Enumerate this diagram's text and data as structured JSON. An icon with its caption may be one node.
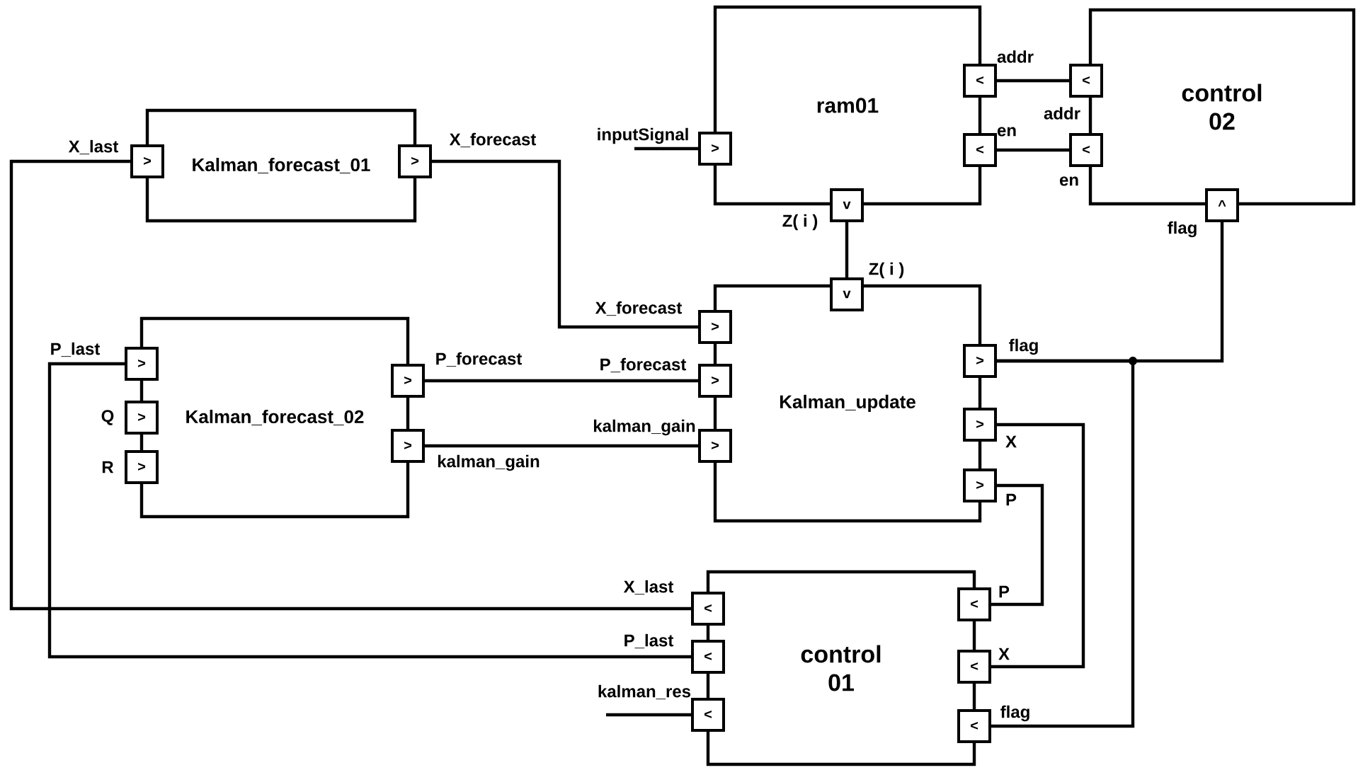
{
  "diagram": {
    "nodes": [
      {
        "text": [
          "ram01"
        ]
      },
      {
        "text": [
          "control 02"
        ]
      },
      {
        "text": [
          "Kalman_forecast_01"
        ]
      },
      {
        "text": [
          "Kalman_forecast_02"
        ]
      },
      {
        "text": [
          "Kalman_update"
        ]
      },
      {
        "text": [
          "control 01"
        ]
      },
      {
        "text": [
          ">"
        ],
        "beside": [
          "inputSignal"
        ]
      },
      {
        "text": [
          "<"
        ],
        "beside": [
          "addr"
        ]
      },
      {
        "text": [
          "<"
        ],
        "beside": [
          "en"
        ]
      },
      {
        "text": [
          "v"
        ],
        "beside": [
          "Z( i )"
        ]
      },
      {
        "text": [
          "<"
        ],
        "beside": [
          "addr"
        ]
      },
      {
        "text": [
          "<"
        ],
        "beside": [
          "en"
        ]
      },
      {
        "text": [
          "^"
        ],
        "beside": [
          "flag"
        ]
      },
      {
        "text": [
          ">"
        ],
        "beside": [
          "X_last"
        ]
      },
      {
        "text": [
          ">"
        ],
        "beside": [
          "X_forecast"
        ]
      },
      {
        "text": [
          ">"
        ],
        "beside": [
          "P_last"
        ]
      },
      {
        "text": [
          ">"
        ],
        "beside": [
          "Q"
        ]
      },
      {
        "text": [
          ">"
        ],
        "beside": [
          "R"
        ]
      },
      {
        "text": [
          ">"
        ],
        "beside": [
          "P_forecast"
        ]
      },
      {
        "text": [
          ">"
        ],
        "beside": [
          "kalman_gain"
        ]
      },
      {
        "text": [
          "v"
        ],
        "beside": [
          "Z( i )"
        ]
      },
      {
        "text": [
          ">"
        ],
        "beside": [
          "X_forecast"
        ]
      },
      {
        "text": [
          ">"
        ],
        "beside": [
          "P_forecast"
        ]
      },
      {
        "text": [
          ">"
        ],
        "beside": [
          "kalman_gain"
        ]
      },
      {
        "text": [
          ">"
        ],
        "beside": [
          "flag"
        ]
      },
      {
        "text": [
          ">"
        ],
        "beside": [
          "X"
        ]
      },
      {
        "text": [
          ">"
        ],
        "beside": [
          "P"
        ]
      },
      {
        "text": [
          "<"
        ],
        "beside": [
          "X_last"
        ]
      },
      {
        "text": [
          "<"
        ],
        "beside": [
          "P_last"
        ]
      },
      {
        "text": [
          "<"
        ],
        "beside": [
          "kalman_res"
        ]
      },
      {
        "text": [
          "<"
        ],
        "beside": [
          "P"
        ]
      },
      {
        "text": [
          "<"
        ],
        "beside": [
          "X"
        ]
      },
      {
        "text": [
          "<"
        ],
        "beside": [
          "flag"
        ]
      }
    ],
    "edges": [
      {
        "from": null,
        "to": 6,
        "arrow": "none"
      },
      {
        "from": 10,
        "to": 7,
        "arrow": "none"
      },
      {
        "from": 11,
        "to": 8,
        "arrow": "none"
      },
      {
        "from": 9,
        "to": 20,
        "arrow": "none"
      },
      {
        "from": 14,
        "to": 21,
        "arrow": "none"
      },
      {
        "from": 18,
        "to": 22,
        "arrow": "none"
      },
      {
        "from": 19,
        "to": 23,
        "arrow": "none"
      },
      {
        "from": 24,
        "to": 12,
        "arrow": "none"
      },
      {
        "from": 24,
        "to": 32,
        "arrow": "none"
      },
      {
        "from": 25,
        "to": 31,
        "arrow": "none"
      },
      {
        "from": 26,
        "to": 30,
        "arrow": "none"
      },
      {
        "from": 27,
        "to": 13,
        "arrow": "none"
      },
      {
        "from": 28,
        "to": 15,
        "arrow": "none"
      },
      {
        "from": null,
        "to": 29,
        "arrow": "none"
      }
    ]
  }
}
